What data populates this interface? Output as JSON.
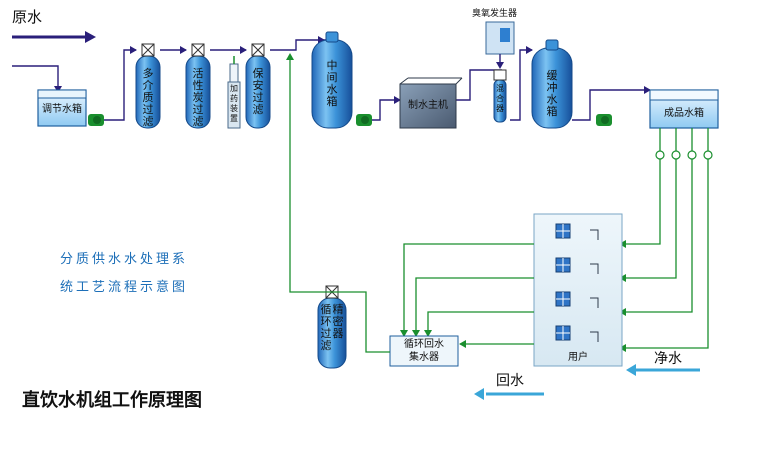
{
  "labels": {
    "raw_water": "原水",
    "regulating_tank": "调节水箱",
    "multimedia_filter": "多介质过滤",
    "carbon_filter": "活性炭过滤",
    "dosing_device": "加药装置",
    "security_filter": "保安过滤",
    "intermediate_tank": "中间水箱",
    "main_unit": "制水主机",
    "ozone_generator": "臭氧发生器",
    "mixer": "混合器",
    "buffer_tank": "缓冲水箱",
    "product_tank": "成品水箱",
    "circulation_filter_a": "循环过滤",
    "circulation_filter_b": "精密器",
    "circulation_filter_c": "回水",
    "return_collector_1": "循环回水",
    "return_collector_2": "集水器",
    "user": "用户",
    "clean_water": "净水",
    "return_water": "回水"
  },
  "description": {
    "line1": "分质供水水处理系",
    "line2": "统工艺流程示意图"
  },
  "main_title": "直饮水机组工作原理图",
  "colors": {
    "pipe": "#1a8f2e",
    "pipe_purple": "#2a1f7a",
    "tank_blue": "#3a8fd6",
    "tank_light": "#cfe8fa",
    "title_blue": "#1d6fb8",
    "arrow_cyan": "#3aa6d8"
  }
}
